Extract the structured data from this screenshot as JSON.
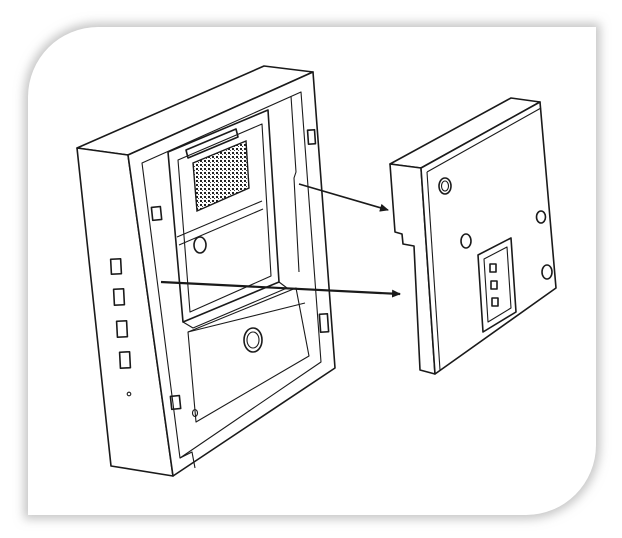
{
  "figure": {
    "frame_style": "rounded-shadow-card",
    "line_color": "#1a1a1a",
    "background_color": "#ffffff",
    "components": [
      "wall-mount-housing",
      "front-module",
      "assembly-arrow-upper",
      "assembly-arrow-lower"
    ]
  }
}
